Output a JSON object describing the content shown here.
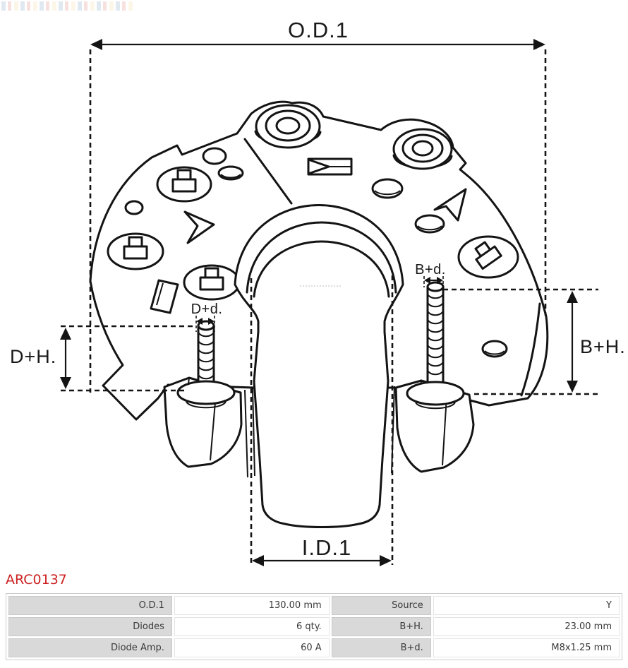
{
  "header": {
    "part_number": "ARC0137"
  },
  "diagram": {
    "dim_labels": {
      "od1": "O.D.1",
      "id1": "I.D.1",
      "b_plus_h": "B+H.",
      "d_plus_h": "D+H.",
      "b_plus_d": "B+d.",
      "d_plus_d": "D+d."
    }
  },
  "spec_table": {
    "rows": [
      {
        "l1": "O.D.1",
        "v1": "130.00 mm",
        "l2": "Source",
        "v2": "Y"
      },
      {
        "l1": "Diodes",
        "v1": "6 qty.",
        "l2": "B+H.",
        "v2": "23.00 mm"
      },
      {
        "l1": "Diode Amp.",
        "v1": "60 A",
        "l2": "B+d.",
        "v2": "M8x1.25 mm"
      }
    ]
  },
  "colors": {
    "accent_red": "#cc2222",
    "line": "#141414",
    "cell_gray": "#d9d9d9"
  }
}
